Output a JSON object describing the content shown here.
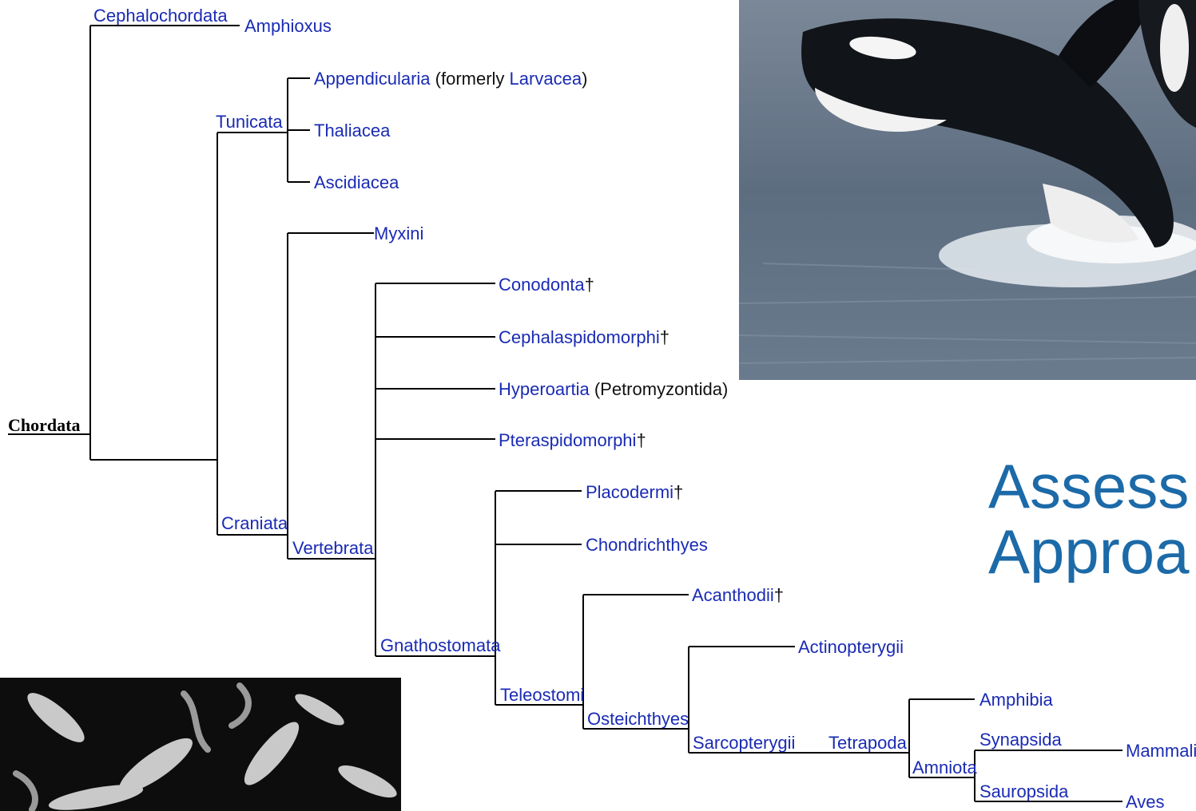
{
  "slide": {
    "title_line_1": "Assess",
    "title_line_2": "Approa"
  },
  "tree": {
    "root": "Chordata",
    "cephalochordata": "Cephalochordata",
    "amphioxus": "Amphioxus",
    "tunicata": "Tunicata",
    "appendicularia": "Appendicularia",
    "formerly": " (formerly ",
    "larvacea": "Larvacea",
    "close_paren": ")",
    "thaliacea": "Thaliacea",
    "ascidiacea": "Ascidiacea",
    "craniata": "Craniata",
    "myxini": "Myxini",
    "vertebrata": "Vertebrata",
    "conodonta": "Conodonta",
    "cephalaspidomorphi": "Cephalaspidomorphi",
    "hyperoartia": "Hyperoartia",
    "petromyzontida": " (Petromyzontida)",
    "pteraspidomorphi": "Pteraspidomorphi",
    "gnathostomata": "Gnathostomata",
    "placodermi": "Placodermi",
    "chondrichthyes": "Chondrichthyes",
    "teleostomi": "Teleostomi",
    "acanthodii": "Acanthodii",
    "osteichthyes": "Osteichthyes",
    "actinopterygii": "Actinopterygii",
    "sarcopterygii": "Sarcopterygii",
    "tetrapoda": "Tetrapoda",
    "amphibia": "Amphibia",
    "amniota": "Amniota",
    "synapsida": "Synapsida",
    "mammalia": "Mammalia",
    "sauropsida": "Sauropsida",
    "aves": "Aves",
    "extinct_mark": "†"
  },
  "colors": {
    "taxon_link": "#1a2bb4",
    "title": "#1c6aa8",
    "lines": "#000000"
  }
}
